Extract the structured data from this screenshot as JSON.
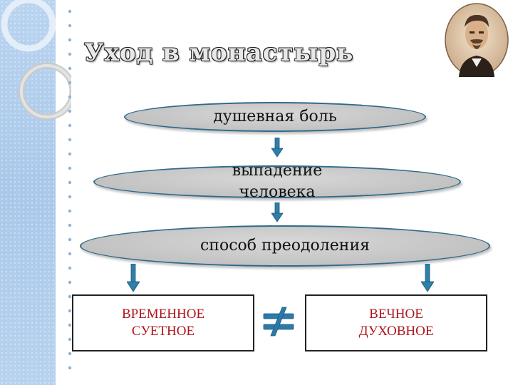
{
  "slide": {
    "title": "Уход в монастырь",
    "nodes": [
      {
        "id": "n1",
        "text": "душевная боль"
      },
      {
        "id": "n2",
        "text": "выпадение\nчеловека"
      },
      {
        "id": "n3",
        "text": "способ преодоления"
      }
    ],
    "outcomes": {
      "left": "ВРЕМЕННОЕ\nСУЕТНОЕ",
      "right": "ВЕЧНОЕ\nДУХОВНОЕ",
      "relation_symbol": "not-equal-icon"
    },
    "colors": {
      "ellipse_fill": "#c4c4c4",
      "ellipse_border": "#2f6a8a",
      "arrow": "#2f7fa8",
      "outcome_text": "#b0141c",
      "neq_symbol": "#2e7aa6"
    }
  }
}
